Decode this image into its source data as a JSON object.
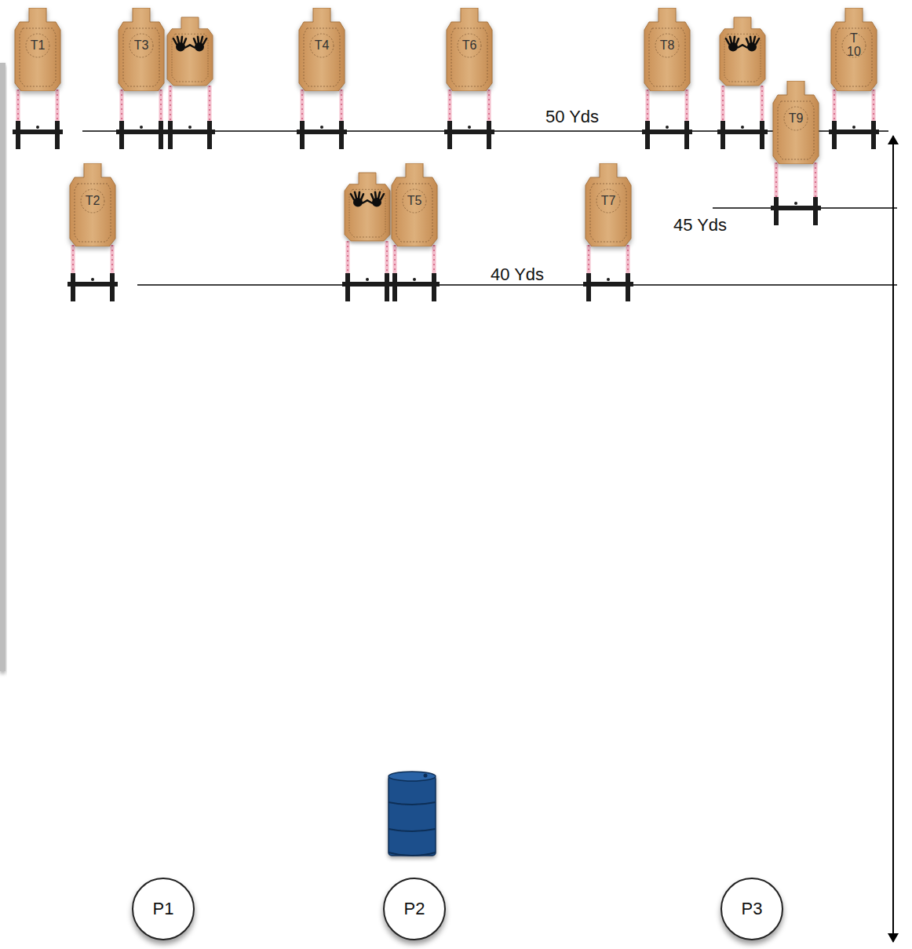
{
  "diagram": {
    "nodes": [
      {
        "text": [
          "T1"
        ]
      },
      {
        "text": [
          "T2"
        ]
      },
      {
        "text": [
          "T3"
        ]
      },
      {
        "text": [
          "T4"
        ]
      },
      {
        "text": [
          "T5"
        ]
      },
      {
        "text": [
          "T6"
        ]
      },
      {
        "text": [
          "T7"
        ]
      },
      {
        "text": [
          "T8"
        ]
      },
      {
        "text": [
          "T9"
        ]
      },
      {
        "text": [
          "T 10"
        ]
      },
      {
        "text": [
          "P1"
        ]
      },
      {
        "text": [
          "P2"
        ]
      },
      {
        "text": [
          "P3"
        ]
      }
    ],
    "labels": [
      "50 Yds",
      "45 Yds",
      "40 Yds"
    ]
  }
}
